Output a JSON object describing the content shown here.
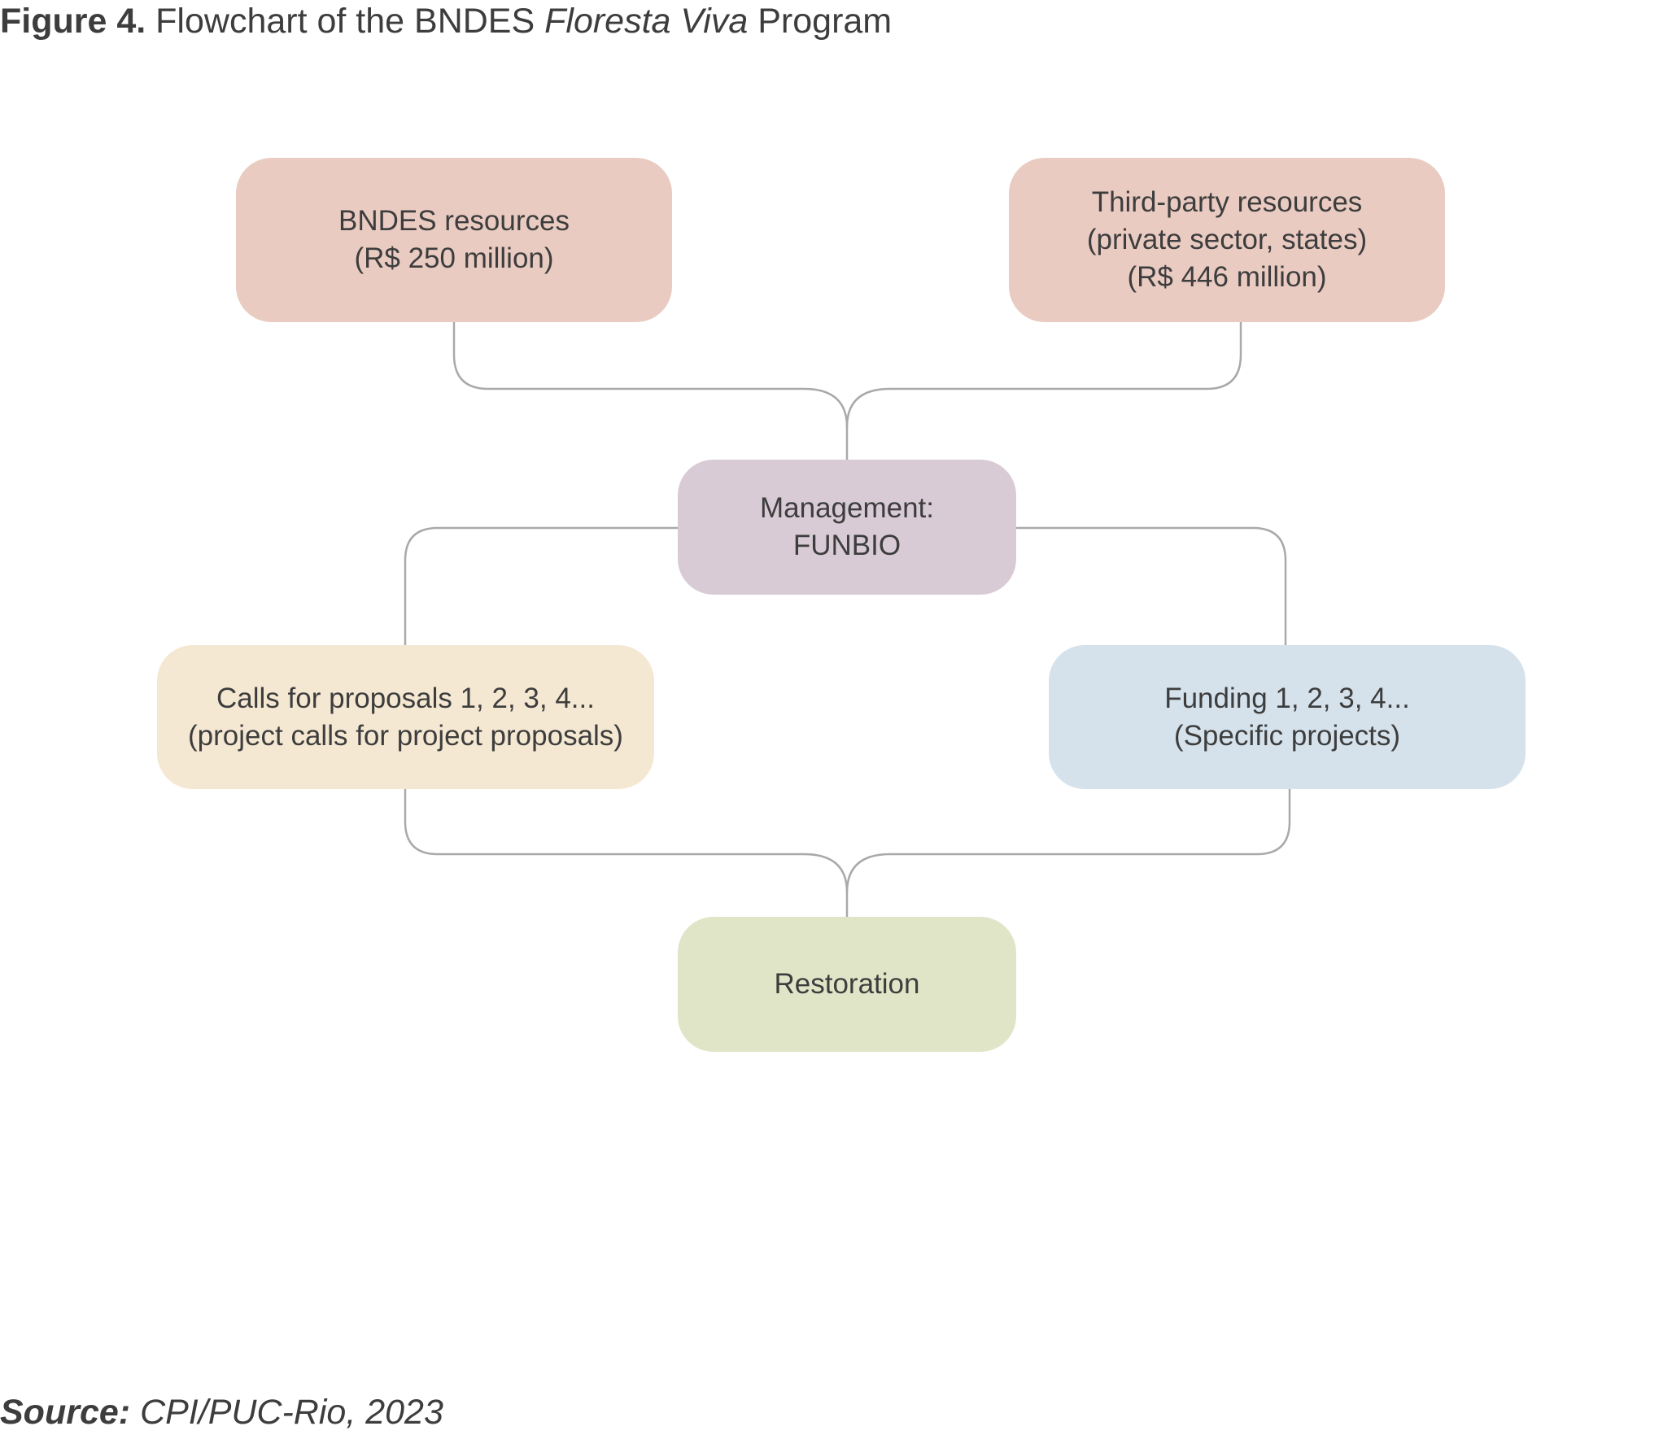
{
  "figure": {
    "label": "Figure 4.",
    "title_before": "Flowchart of the BNDES",
    "title_italic": "Floresta Viva",
    "title_after": "Program"
  },
  "nodes": {
    "bndes": {
      "lines": [
        "BNDES resources",
        "(R$ 250 million)"
      ]
    },
    "third_party": {
      "lines": [
        "Third-party resources",
        "(private sector, states)",
        "(R$ 446 million)"
      ]
    },
    "management": {
      "lines": [
        "Management:",
        "FUNBIO"
      ]
    },
    "calls": {
      "lines": [
        "Calls for proposals 1, 2, 3, 4...",
        "(project calls for project proposals)"
      ]
    },
    "funding": {
      "lines": [
        "Funding 1, 2, 3, 4...",
        "(Specific projects)"
      ]
    },
    "restoration": {
      "lines": [
        "Restoration"
      ]
    }
  },
  "colors": {
    "resources": "#e9cbc2",
    "management": "#d8cbd5",
    "calls": "#f5e8d3",
    "funding": "#d5e2ec",
    "restoration": "#e1e5c8",
    "connector": "#a9a9a9"
  },
  "source": {
    "label": "Source:",
    "text": "CPI/PUC-Rio, 2023"
  }
}
